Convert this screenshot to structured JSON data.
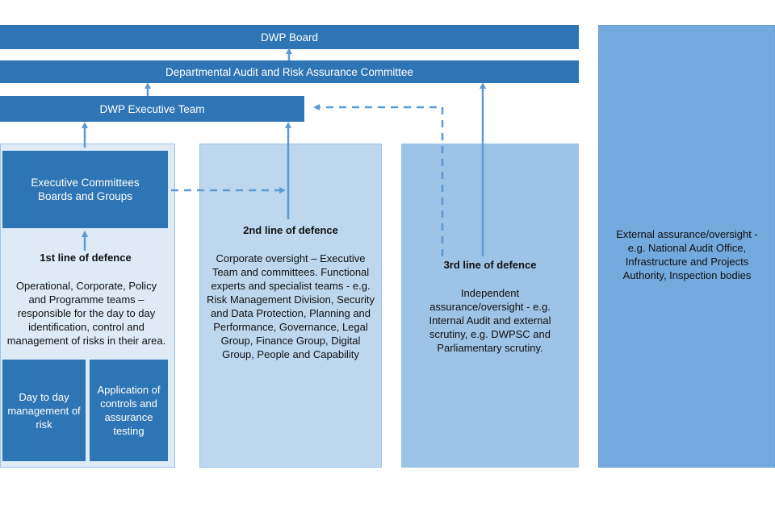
{
  "board": "DWP Board",
  "audit_committee": "Departmental Audit and Risk Assurance Committee",
  "executive_team": "DWP Executive Team",
  "exec_committees": "Executive Committees Boards and Groups",
  "first_line": {
    "heading": "1st line of defence",
    "body": "Operational, Corporate, Policy and Programme teams – responsible for the day to day identification, control and management of risks in their area.",
    "box_left": "Day to day management of risk",
    "box_right": "Application of controls and assurance testing"
  },
  "second_line": {
    "heading": "2nd line of defence",
    "body": "Corporate oversight – Executive Team and committees. Functional experts and specialist teams - e.g. Risk Management Division, Security and Data Protection, Planning and Performance, Governance, Legal Group, Finance Group, Digital Group, People and Capability"
  },
  "third_line": {
    "heading": "3rd line of defence",
    "body": "Independent assurance/oversight - e.g. Internal Audit and external scrutiny, e.g. DWPSC and Parliamentary scrutiny."
  },
  "external": {
    "body": "External assurance/oversight - e.g. National Audit Office, Infrastructure and Projects Authority, Inspection bodies"
  },
  "colors": {
    "dark_blue": "#2e75b6",
    "panel_1": "#deebf7",
    "panel_2": "#bdd7ee",
    "panel_3": "#9dc3e6",
    "panel_4": "#73a9dc",
    "arrow": "#5b9bd5"
  }
}
